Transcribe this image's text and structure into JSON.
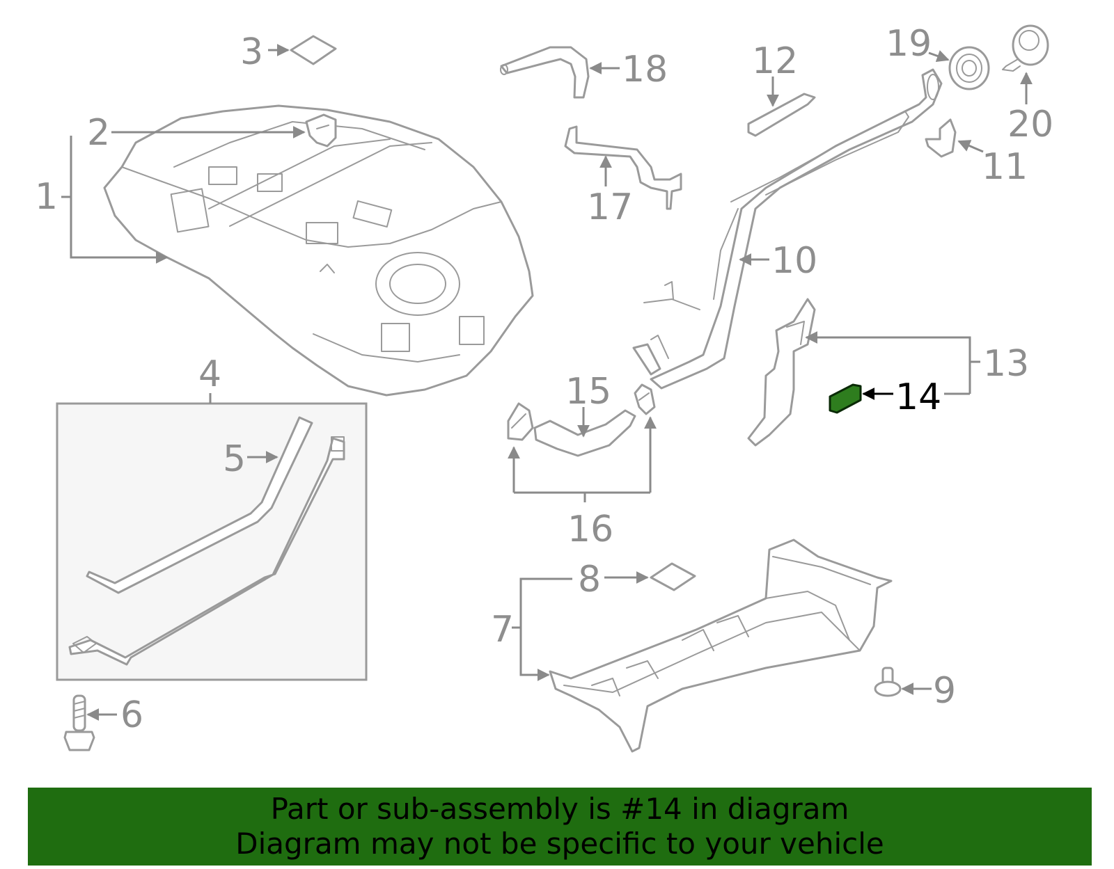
{
  "diagram": {
    "labels": [
      "1",
      "2",
      "3",
      "4",
      "5",
      "6",
      "7",
      "8",
      "9",
      "10",
      "11",
      "12",
      "13",
      "14",
      "15",
      "16",
      "17",
      "18",
      "19",
      "20"
    ],
    "highlighted_label": "14",
    "colors": {
      "line_art": "#9a9a9a",
      "label_text": "#8e8e8e",
      "highlight_fill": "#2e7d1e",
      "highlight_text": "#000000",
      "banner_background": "#1f6d10"
    }
  },
  "banner": {
    "line1": "Part or sub-assembly is #14 in diagram",
    "line2": "Diagram may not be specific to your vehicle"
  }
}
